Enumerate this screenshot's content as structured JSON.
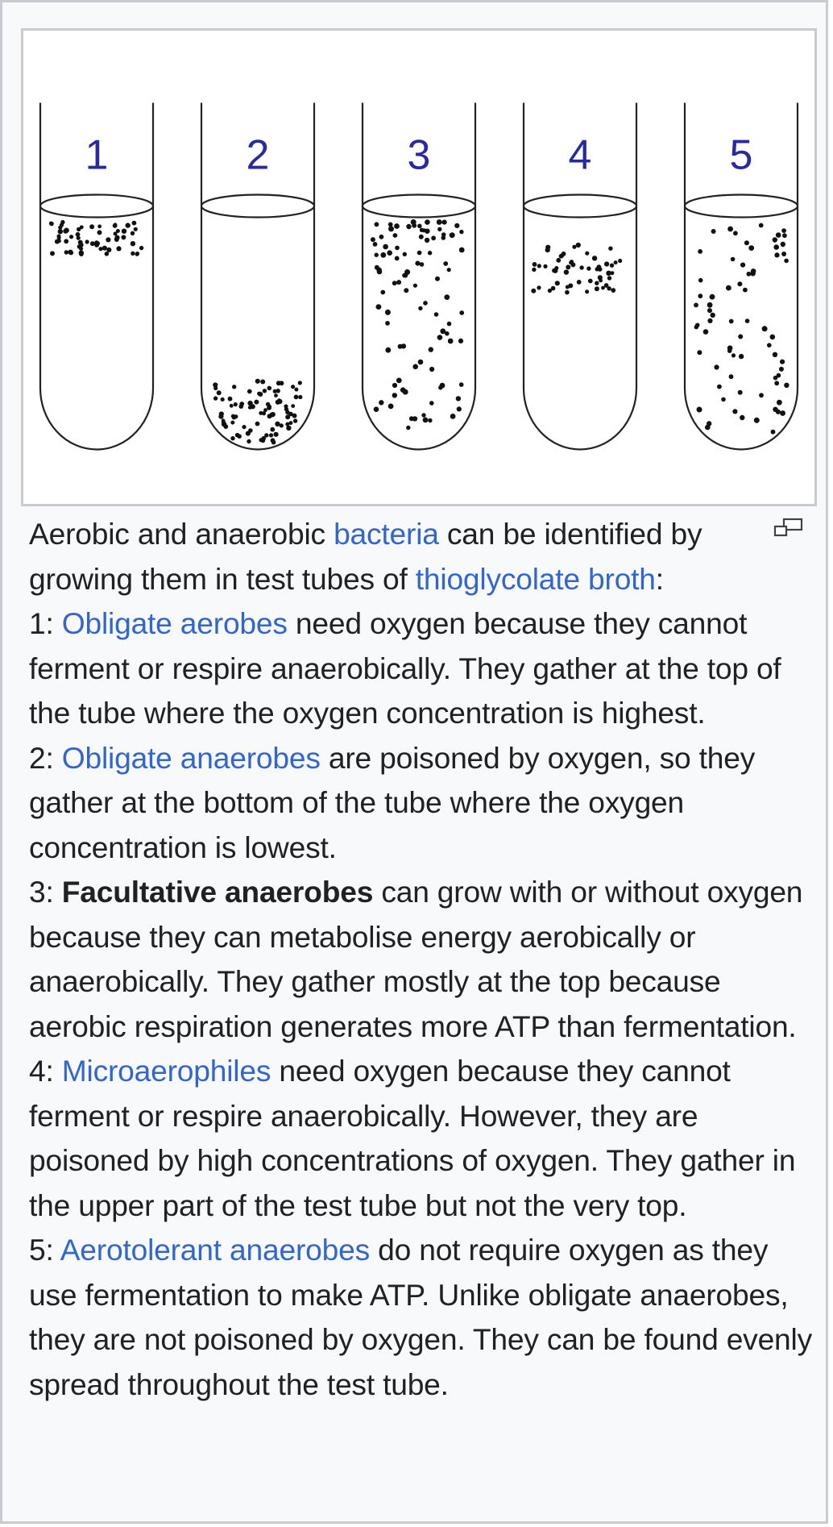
{
  "figure": {
    "tubes": [
      {
        "number": "1"
      },
      {
        "number": "2"
      },
      {
        "number": "3"
      },
      {
        "number": "4"
      },
      {
        "number": "5"
      }
    ],
    "magnify_icon": "enlarge-icon"
  },
  "caption": {
    "intro": {
      "text_1": "Aerobic and anaerobic ",
      "link_bacteria": "bacteria",
      "text_2": " can be identified by growing them in test tubes of ",
      "link_broth": "thioglycolate broth",
      "text_3": ":"
    },
    "items": [
      {
        "num": "1: ",
        "link": "Obligate aerobes",
        "text": " need oxygen because they cannot ferment or respire anaerobically. They gather at the top of the tube where the oxygen concentration is highest."
      },
      {
        "num": "2: ",
        "link": "Obligate anaerobes",
        "text": " are poisoned by oxygen, so they gather at the bottom of the tube where the oxygen concentration is lowest."
      },
      {
        "num": "3: ",
        "bold": "Facultative anaerobes",
        "text": " can grow with or without oxygen because they can metabolise energy aerobically or anaerobically. They gather mostly at the top because aerobic respiration generates more ATP than fermentation."
      },
      {
        "num": "4: ",
        "link": "Microaerophiles",
        "text": " need oxygen because they cannot ferment or respire anaerobically. However, they are poisoned by high concentrations of oxygen. They gather in the upper part of the test tube but not the very top."
      },
      {
        "num": "5: ",
        "link": "Aerotolerant anaerobes",
        "text": " do not require oxygen as they use fermentation to make ATP. Unlike obligate anaerobes, they are not poisoned by oxygen. They can be found evenly spread throughout the test tube."
      }
    ]
  }
}
